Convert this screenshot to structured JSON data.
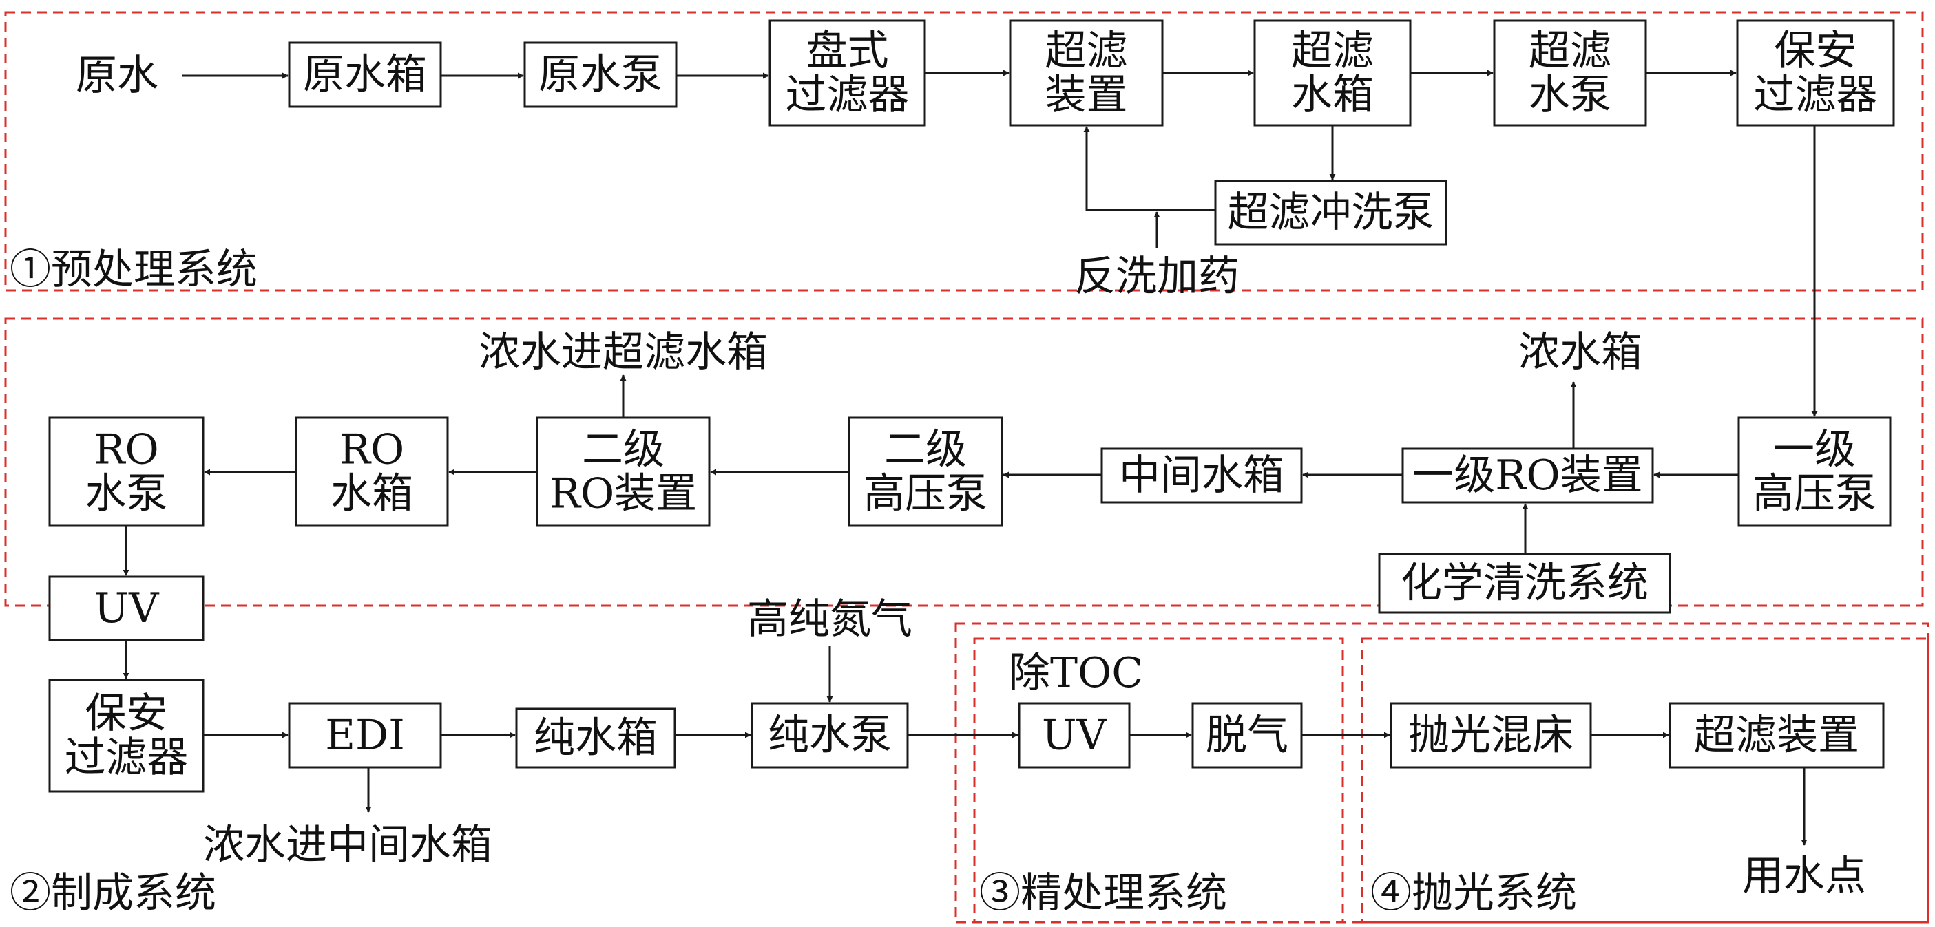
{
  "sections": {
    "pretreat": "①预处理系统",
    "production": "②制成系统",
    "refine": "③精处理系统",
    "polish": "④抛光系统"
  },
  "nodes": {
    "raw_water_label": "原水",
    "raw_tank": "原水箱",
    "raw_pump": "原水泵",
    "disc_filter": [
      "盘式",
      "过滤器"
    ],
    "uf_device": [
      "超滤",
      "装置"
    ],
    "uf_tank": [
      "超滤",
      "水箱"
    ],
    "uf_pump": [
      "超滤",
      "水泵"
    ],
    "safety_filter_1": [
      "保安",
      "过滤器"
    ],
    "uf_flush_pump": "超滤冲洗泵",
    "backwash_dosing": "反洗加药",
    "hp_pump_1": [
      "一级",
      "高压泵"
    ],
    "ro_1": "一级RO装置",
    "concentrate_tank": "浓水箱",
    "chem_clean": "化学清洗系统",
    "mid_tank": "中间水箱",
    "hp_pump_2": [
      "二级",
      "高压泵"
    ],
    "ro_2": [
      "二级",
      "RO装置"
    ],
    "conc_to_uf_tank": "浓水进超滤水箱",
    "ro_tank": [
      "RO",
      "水箱"
    ],
    "ro_pump": [
      "RO",
      "水泵"
    ],
    "uv_1": "UV",
    "safety_filter_2": [
      "保安",
      "过滤器"
    ],
    "edi": "EDI",
    "conc_to_mid_tank": "浓水进中间水箱",
    "pure_tank": "纯水箱",
    "pure_pump": "纯水泵",
    "hp_nitrogen": "高纯氮气",
    "toc_removal": "除TOC",
    "uv_2": "UV",
    "degas": "脱气",
    "polish_bed": "抛光混床",
    "uf_device_2": "超滤装置",
    "use_point": "用水点"
  },
  "colors": {
    "region_border": "#d9302c",
    "line": "#1a1a1a"
  }
}
